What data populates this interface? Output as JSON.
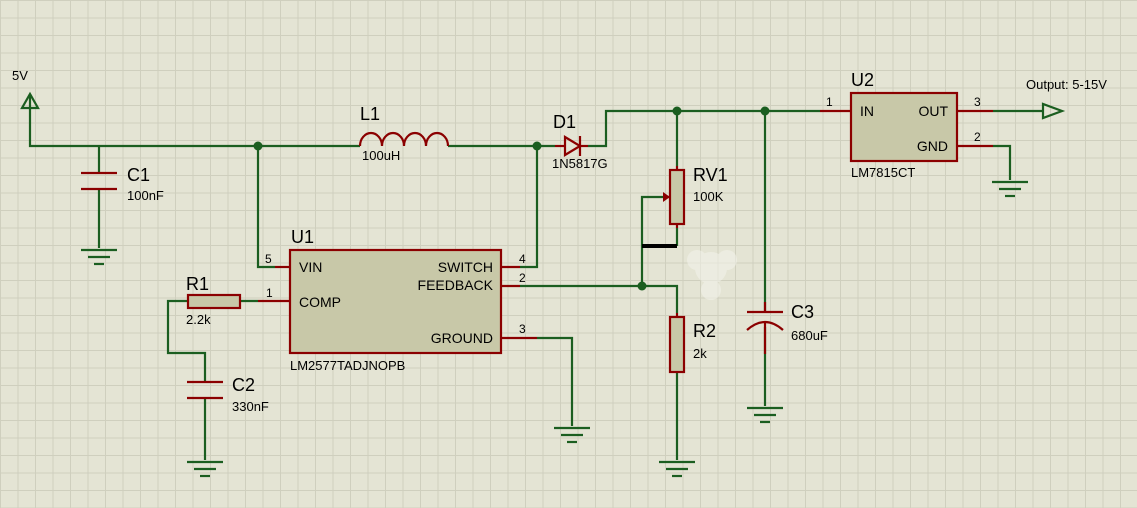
{
  "power": {
    "label": "5V"
  },
  "output": {
    "label": "Output: 5-15V"
  },
  "components": {
    "L1": {
      "ref": "L1",
      "value": "100uH"
    },
    "D1": {
      "ref": "D1",
      "value": "1N5817G"
    },
    "C1": {
      "ref": "C1",
      "value": "100nF"
    },
    "R1": {
      "ref": "R1",
      "value": "2.2k"
    },
    "C2": {
      "ref": "C2",
      "value": "330nF"
    },
    "RV1": {
      "ref": "RV1",
      "value": "100K"
    },
    "R2": {
      "ref": "R2",
      "value": "2k"
    },
    "C3": {
      "ref": "C3",
      "value": "680uF"
    },
    "U1": {
      "ref": "U1",
      "part": "LM2577TADJNOPB",
      "pins": {
        "vin": "VIN",
        "comp": "COMP",
        "switch": "SWITCH",
        "feedback": "FEEDBACK",
        "ground": "GROUND"
      },
      "pin_numbers": {
        "vin": "5",
        "comp": "1",
        "switch": "4",
        "feedback": "2",
        "ground": "3"
      }
    },
    "U2": {
      "ref": "U2",
      "part": "LM7815CT",
      "pins": {
        "in": "IN",
        "out": "OUT",
        "gnd": "GND"
      },
      "pin_numbers": {
        "in": "1",
        "out": "3",
        "gnd": "2"
      }
    }
  },
  "colors": {
    "wire": "#1b5e20",
    "pin": "#8b0000",
    "body": "#c8c8a8",
    "background": "#e4e4d4"
  }
}
